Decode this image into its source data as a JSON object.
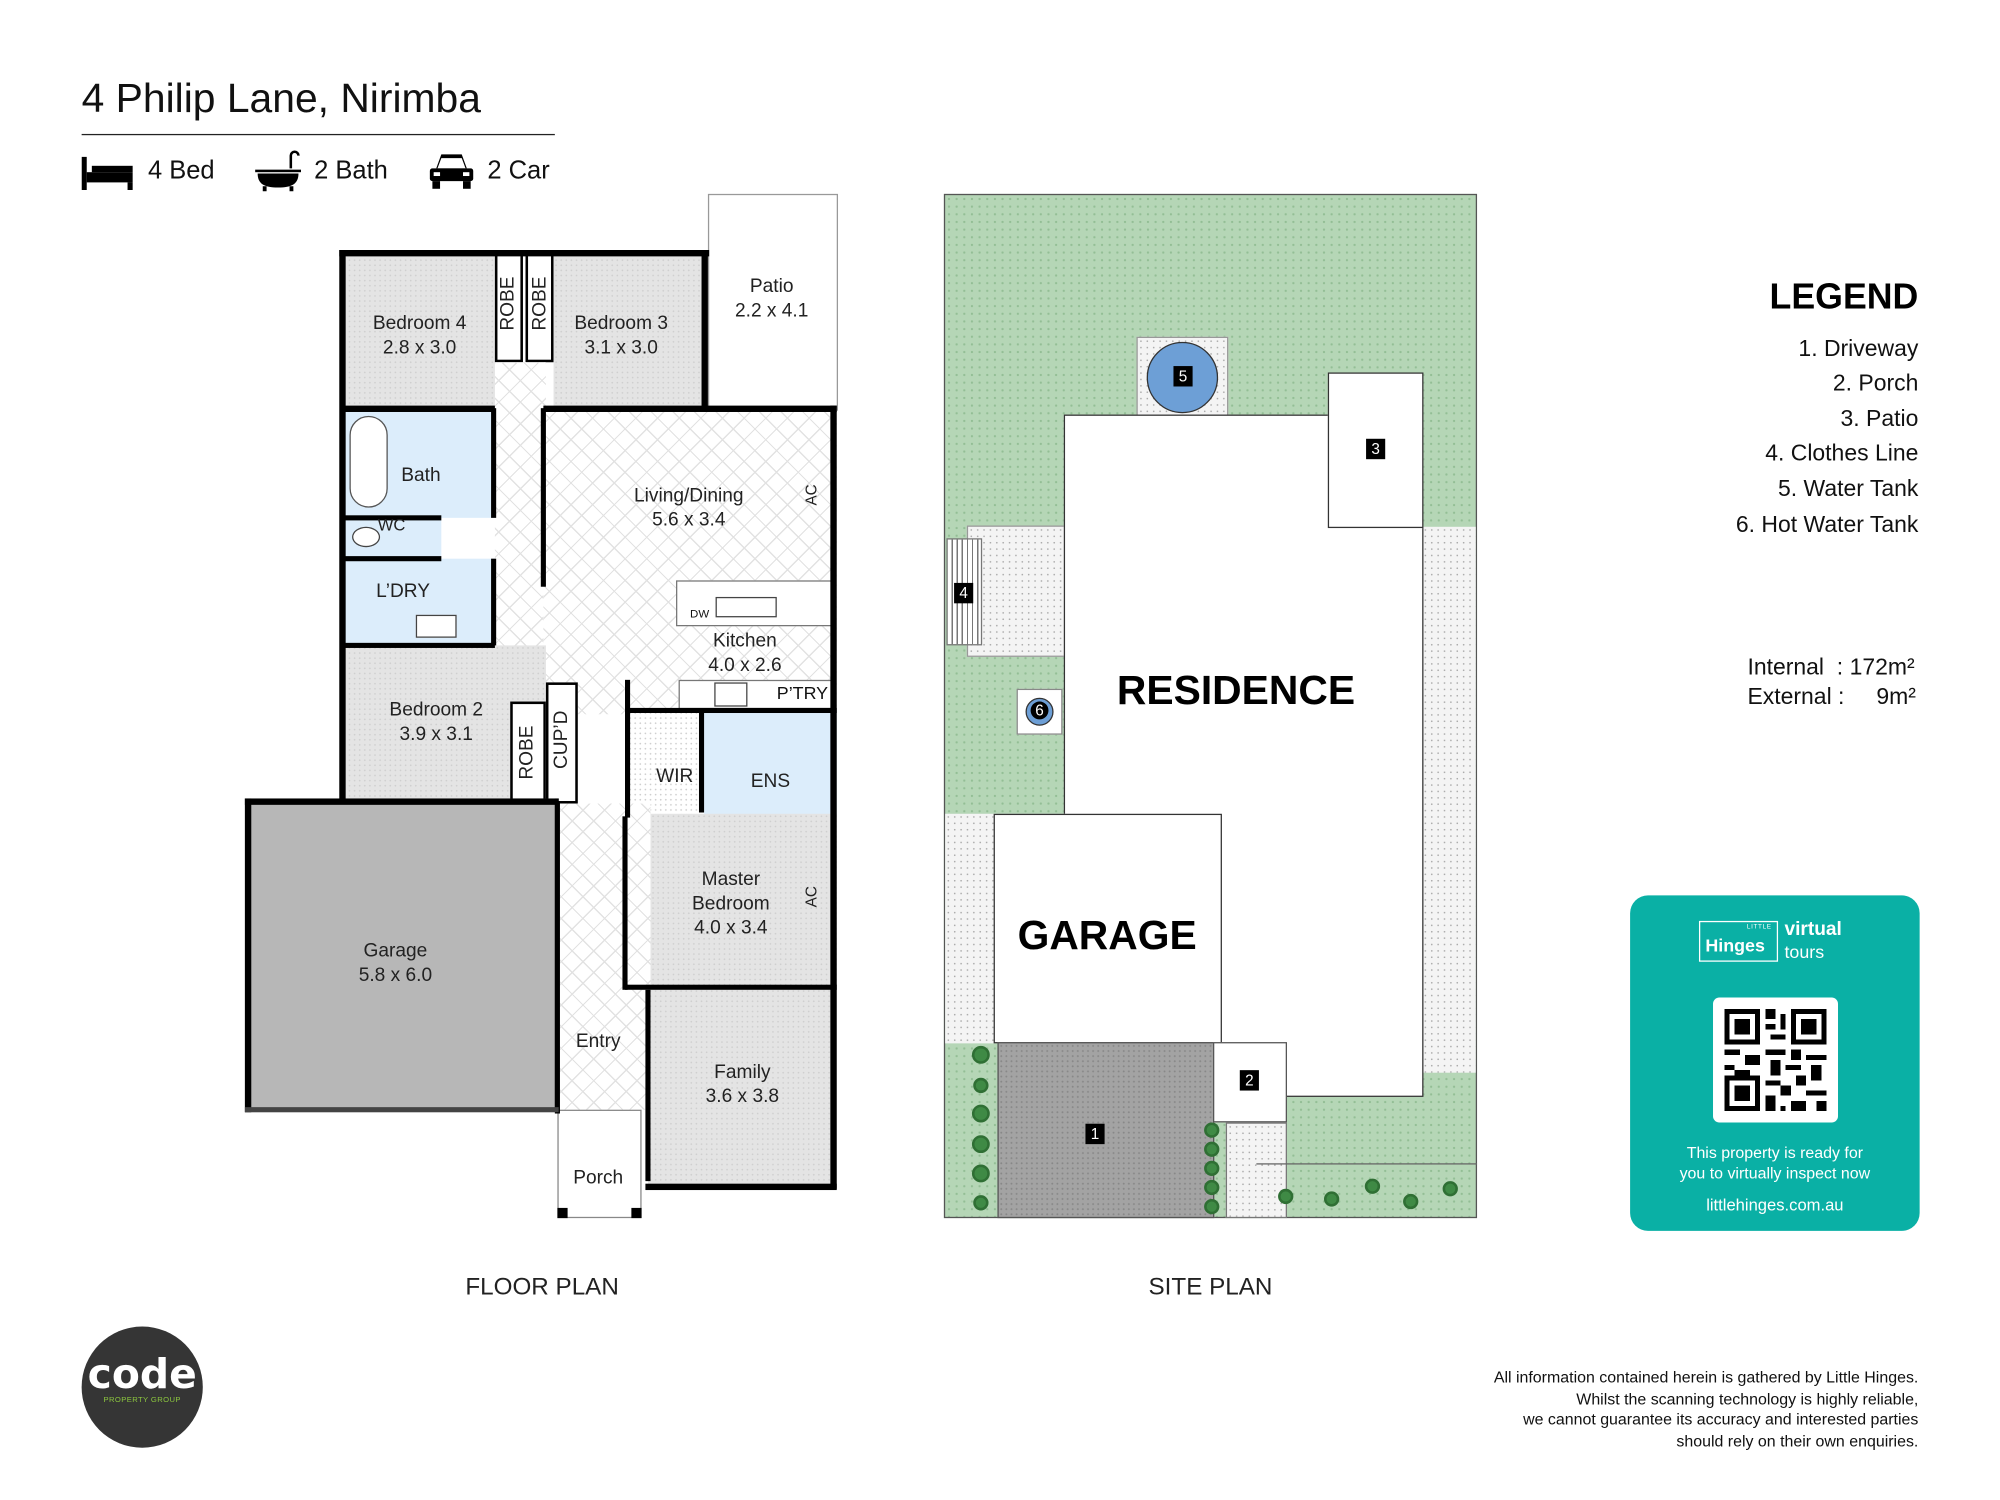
{
  "header": {
    "address": "4 Philip Lane, Nirimba",
    "features": [
      {
        "icon": "bed-icon",
        "label": "4 Bed"
      },
      {
        "icon": "bath-icon",
        "label": "2 Bath"
      },
      {
        "icon": "car-icon",
        "label": "2 Car"
      }
    ]
  },
  "floor_plan": {
    "caption": "FLOOR PLAN",
    "rooms": {
      "bedroom4": {
        "name": "Bedroom 4",
        "size": "2.8 x 3.0"
      },
      "bedroom3": {
        "name": "Bedroom 3",
        "size": "3.1 x 3.0"
      },
      "patio": {
        "name": "Patio",
        "size": "2.2 x 4.1"
      },
      "robe": "ROBE",
      "bath": "Bath",
      "wc": "WC",
      "laundry": "L’DRY",
      "living": {
        "name": "Living/Dining",
        "size": "5.6 x 3.4"
      },
      "ac": "AC",
      "dw": "DW",
      "kitchen": {
        "name": "Kitchen",
        "size": "4.0 x 2.6"
      },
      "pantry": "P’TRY",
      "bedroom2": {
        "name": "Bedroom 2",
        "size": "3.9 x 3.1"
      },
      "cupboard": "CUP’D",
      "wir": "WIR",
      "ensuite": "ENS",
      "master": {
        "name1": "Master",
        "name2": "Bedroom",
        "size": "4.0 x 3.4"
      },
      "garage": {
        "name": "Garage",
        "size": "5.8 x 6.0"
      },
      "entry": "Entry",
      "family": {
        "name": "Family",
        "size": "3.6 x 3.8"
      },
      "porch": "Porch"
    }
  },
  "site_plan": {
    "caption": "SITE PLAN",
    "residence": "RESIDENCE",
    "garage": "GARAGE",
    "markers": [
      "1",
      "2",
      "3",
      "4",
      "5",
      "6"
    ]
  },
  "legend": {
    "title": "LEGEND",
    "items": [
      "1. Driveway",
      "2. Porch",
      "3. Patio",
      "4. Clothes Line",
      "5. Water Tank",
      "6. Hot Water Tank"
    ],
    "internal_label": "Internal  :",
    "internal_value": "172m²",
    "external_label": "External :",
    "external_value": "9m²"
  },
  "promo": {
    "brand_small": "LITTLE",
    "brand": "Hinges",
    "virtual": "virtual",
    "tours": "tours",
    "line1": "This property is ready for",
    "line2": "you to virtually inspect now",
    "url": "littlehinges.com.au",
    "color": "#0ab0a5"
  },
  "logo": {
    "word": "code",
    "sub": "PROPERTY GROUP"
  },
  "disclaimer": [
    "All information contained herein is gathered by Little Hinges.",
    "Whilst the scanning technology is highly reliable,",
    "we cannot guarantee its accuracy and interested parties",
    "should rely on their own enquiries."
  ]
}
